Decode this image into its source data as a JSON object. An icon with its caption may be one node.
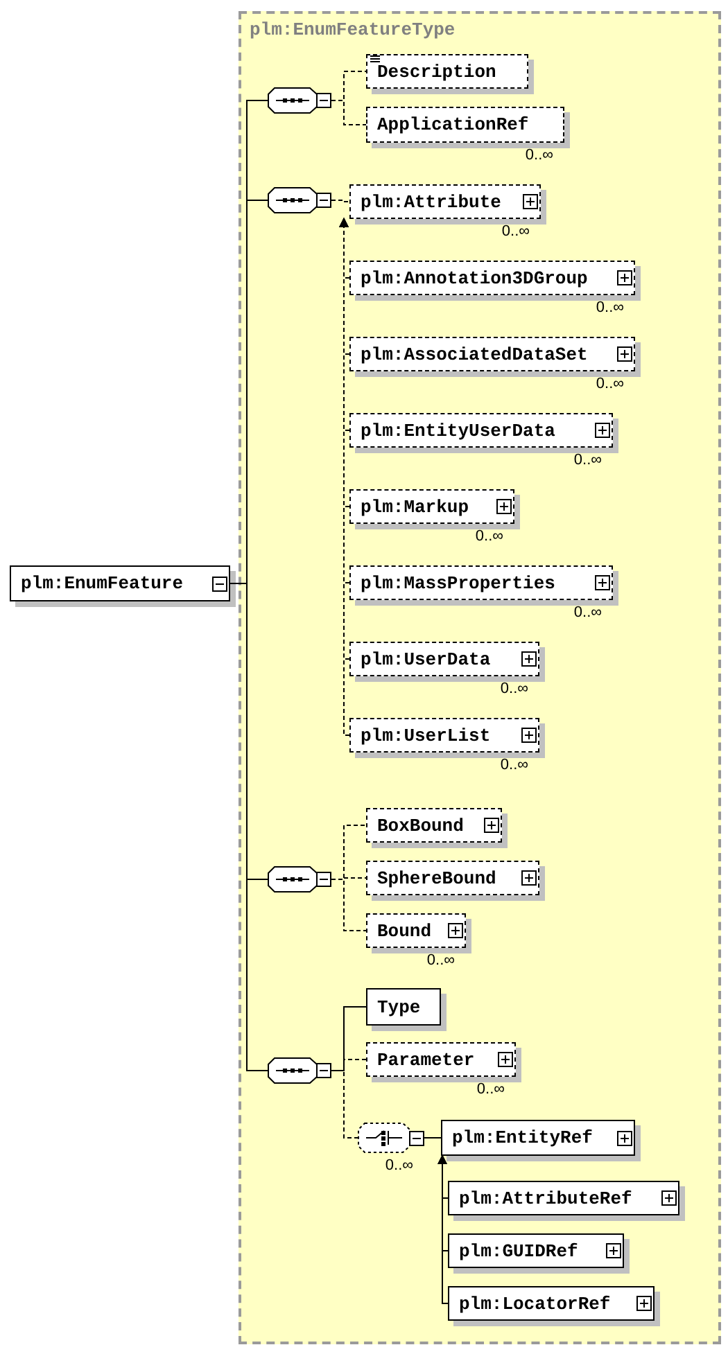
{
  "diagram": {
    "nodes": [
      {
        "text": [
          "plm:EnumFeatureType"
        ]
      },
      {
        "text": [
          "plm:EnumFeature"
        ]
      },
      {
        "text": [],
        "shape": "octagon",
        "in": 0
      },
      {
        "text": [
          "Description"
        ],
        "in": 0
      },
      {
        "text": [
          "ApplicationRef"
        ],
        "in": 0,
        "beside": [
          "0..∞"
        ]
      },
      {
        "text": [],
        "shape": "octagon",
        "in": 0
      },
      {
        "text": [
          "plm:Attribute"
        ],
        "in": 0,
        "beside": [
          "0..∞"
        ]
      },
      {
        "text": [
          "plm:Annotation3DGroup"
        ],
        "in": 0,
        "beside": [
          "0..∞"
        ]
      },
      {
        "text": [
          "plm:AssociatedDataSet"
        ],
        "in": 0,
        "beside": [
          "0..∞"
        ]
      },
      {
        "text": [
          "plm:EntityUserData"
        ],
        "in": 0,
        "beside": [
          "0..∞"
        ]
      },
      {
        "text": [
          "plm:Markup"
        ],
        "in": 0,
        "beside": [
          "0..∞"
        ]
      },
      {
        "text": [
          "plm:MassProperties"
        ],
        "in": 0,
        "beside": [
          "0..∞"
        ]
      },
      {
        "text": [
          "plm:UserData"
        ],
        "in": 0,
        "beside": [
          "0..∞"
        ]
      },
      {
        "text": [
          "plm:UserList"
        ],
        "in": 0,
        "beside": [
          "0..∞"
        ]
      },
      {
        "text": [],
        "shape": "octagon",
        "in": 0
      },
      {
        "text": [
          "BoxBound"
        ],
        "in": 0
      },
      {
        "text": [
          "SphereBound"
        ],
        "in": 0
      },
      {
        "text": [
          "Bound"
        ],
        "in": 0,
        "beside": [
          "0..∞"
        ]
      },
      {
        "text": [],
        "shape": "octagon",
        "in": 0
      },
      {
        "text": [
          "Type"
        ],
        "in": 0
      },
      {
        "text": [
          "Parameter"
        ],
        "in": 0,
        "beside": [
          "0..∞"
        ]
      },
      {
        "text": [],
        "shape": "octagon",
        "in": 0,
        "beside": [
          "0..∞"
        ]
      },
      {
        "text": [
          "plm:EntityRef"
        ],
        "in": 0
      },
      {
        "text": [
          "plm:AttributeRef"
        ],
        "in": 0
      },
      {
        "text": [
          "plm:GUIDRef"
        ],
        "in": 0
      },
      {
        "text": [
          "plm:LocatorRef"
        ],
        "in": 0
      }
    ],
    "edges": [
      {
        "from": 1,
        "to": 2,
        "arrow": "none"
      },
      {
        "from": 1,
        "to": 5,
        "arrow": "none"
      },
      {
        "from": 1,
        "to": 14,
        "arrow": "none"
      },
      {
        "from": 1,
        "to": 18,
        "arrow": "none"
      },
      {
        "from": 2,
        "to": 3,
        "arrow": "none",
        "style": "dashed"
      },
      {
        "from": 2,
        "to": 4,
        "arrow": "none",
        "style": "dashed"
      },
      {
        "from": 5,
        "to": 6,
        "arrow": "none",
        "style": "dashed"
      },
      {
        "from": 7,
        "to": 6,
        "arrow": "to",
        "style": "dashed"
      },
      {
        "from": 8,
        "to": 6,
        "arrow": "to",
        "style": "dashed"
      },
      {
        "from": 9,
        "to": 6,
        "arrow": "to",
        "style": "dashed"
      },
      {
        "from": 10,
        "to": 6,
        "arrow": "to",
        "style": "dashed"
      },
      {
        "from": 11,
        "to": 6,
        "arrow": "to",
        "style": "dashed"
      },
      {
        "from": 12,
        "to": 6,
        "arrow": "to",
        "style": "dashed"
      },
      {
        "from": 13,
        "to": 6,
        "arrow": "to",
        "style": "dashed"
      },
      {
        "from": 14,
        "to": 15,
        "arrow": "none",
        "style": "dashed"
      },
      {
        "from": 14,
        "to": 16,
        "arrow": "none",
        "style": "dashed"
      },
      {
        "from": 14,
        "to": 17,
        "arrow": "none",
        "style": "dashed"
      },
      {
        "from": 18,
        "to": 19,
        "arrow": "none"
      },
      {
        "from": 18,
        "to": 20,
        "arrow": "none",
        "style": "dashed"
      },
      {
        "from": 18,
        "to": 21,
        "arrow": "none",
        "style": "dashed"
      },
      {
        "from": 21,
        "to": 22,
        "arrow": "none"
      },
      {
        "from": 23,
        "to": 22,
        "arrow": "to"
      },
      {
        "from": 24,
        "to": 22,
        "arrow": "to"
      },
      {
        "from": 25,
        "to": 22,
        "arrow": "to"
      }
    ]
  }
}
